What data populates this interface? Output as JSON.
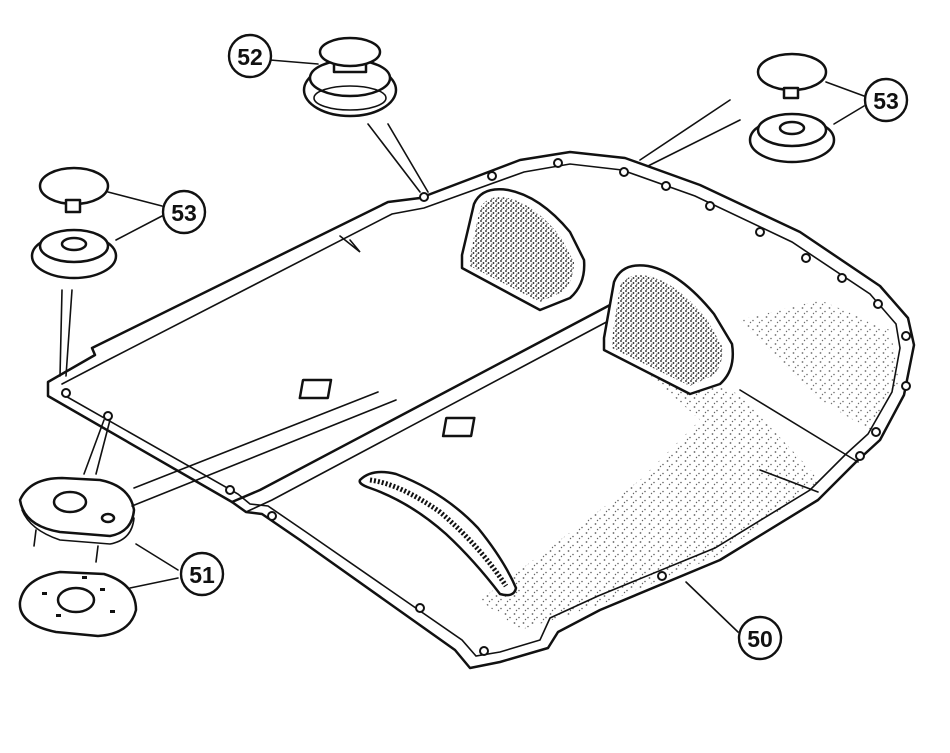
{
  "callouts": {
    "tonneau_cover": "50",
    "fastener_assembly": "51",
    "turnbutton": "52",
    "snap_fastener_left": "53",
    "snap_fastener_right": "53"
  },
  "colors": {
    "ink": "#111111",
    "paper": "#ffffff"
  }
}
